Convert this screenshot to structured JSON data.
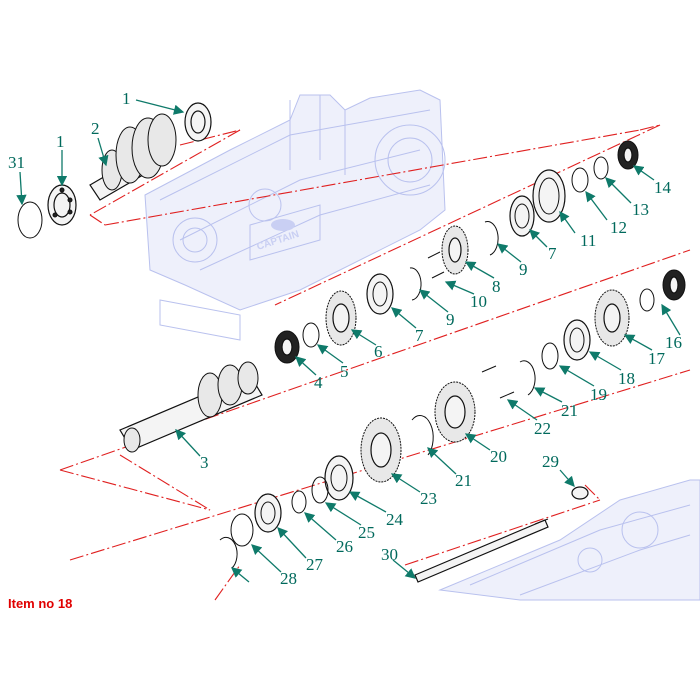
{
  "footer": {
    "label": "Item no 18"
  },
  "watermark": {
    "brand": "CAPTAIN"
  },
  "callouts": [
    {
      "id": "c1a",
      "text": "1"
    },
    {
      "id": "c1b",
      "text": "1"
    },
    {
      "id": "c2",
      "text": "2"
    },
    {
      "id": "c3",
      "text": "3"
    },
    {
      "id": "c4",
      "text": "4"
    },
    {
      "id": "c5",
      "text": "5"
    },
    {
      "id": "c6",
      "text": "6"
    },
    {
      "id": "c7a",
      "text": "7"
    },
    {
      "id": "c7b",
      "text": "7"
    },
    {
      "id": "c8",
      "text": "8"
    },
    {
      "id": "c9a",
      "text": "9"
    },
    {
      "id": "c9b",
      "text": "9"
    },
    {
      "id": "c10",
      "text": "10"
    },
    {
      "id": "c11",
      "text": "11"
    },
    {
      "id": "c12",
      "text": "12"
    },
    {
      "id": "c13",
      "text": "13"
    },
    {
      "id": "c14",
      "text": "14"
    },
    {
      "id": "c16",
      "text": "16"
    },
    {
      "id": "c17",
      "text": "17"
    },
    {
      "id": "c18",
      "text": "18"
    },
    {
      "id": "c19",
      "text": "19"
    },
    {
      "id": "c20",
      "text": "20"
    },
    {
      "id": "c21a",
      "text": "21"
    },
    {
      "id": "c21b",
      "text": "21"
    },
    {
      "id": "c22",
      "text": "22"
    },
    {
      "id": "c23",
      "text": "23"
    },
    {
      "id": "c24",
      "text": "24"
    },
    {
      "id": "c25",
      "text": "25"
    },
    {
      "id": "c26",
      "text": "26"
    },
    {
      "id": "c27",
      "text": "27"
    },
    {
      "id": "c28",
      "text": "28"
    },
    {
      "id": "c29",
      "text": "29"
    },
    {
      "id": "c30",
      "text": "30"
    },
    {
      "id": "c31",
      "text": "31"
    }
  ]
}
